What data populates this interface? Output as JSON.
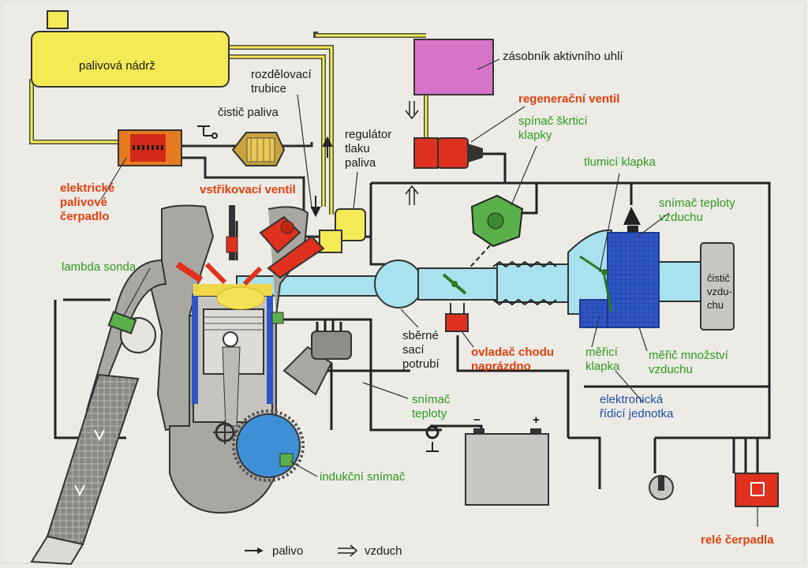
{
  "labels": {
    "fuel_tank": "palivová nádrž",
    "canister": "zásobník aktivního uhlí",
    "fuel_rail": "rozdělovací\ntrubice",
    "fuel_filter": "čistič paliva",
    "regen_valve": "regenerační ventil",
    "throttle_switch": "spínač škrticí\nklapky",
    "pressure_regulator": "regulátor\ntlaku\npaliva",
    "fuel_pump": "elektrické\npalivové\nčerpadlo",
    "injector": "vstřikovací ventil",
    "throttle_flap": "tlumicí klapka",
    "air_temp_sensor": "snímač teploty\nvzduchu",
    "air_filter": "čistič\nvzdu-\nchu",
    "lambda": "lambda sonda",
    "intake_manifold": "sběrné\nsací\npotrubí",
    "idle_actuator": "ovladač chodu\nnaprázdno",
    "measuring_flap": "měřicí\nklapka",
    "air_flow_meter": "měřič množství\nvzduchu",
    "temp_sensor": "snímač\nteploty",
    "ecu": "elektronická\nřídicí jednotka",
    "induction_sensor": "indukční snímač",
    "pump_relay": "relé čerpadla",
    "battery_minus": "−",
    "battery_plus": "+"
  },
  "legend": {
    "fuel": "palivo",
    "air": "vzduch"
  },
  "colors": {
    "background": "#ecebe6",
    "fuel_yellow": "#f3ea55",
    "canister_pink": "#d774c8",
    "red_component": "#e0301e",
    "air_blue": "#a8e2ee",
    "meter_blue": "#2f56c6",
    "engine_grey": "#a9a7a2",
    "label_red": "#e0400e",
    "label_green": "#2e9a1e",
    "label_blue": "#1d4fa0"
  }
}
